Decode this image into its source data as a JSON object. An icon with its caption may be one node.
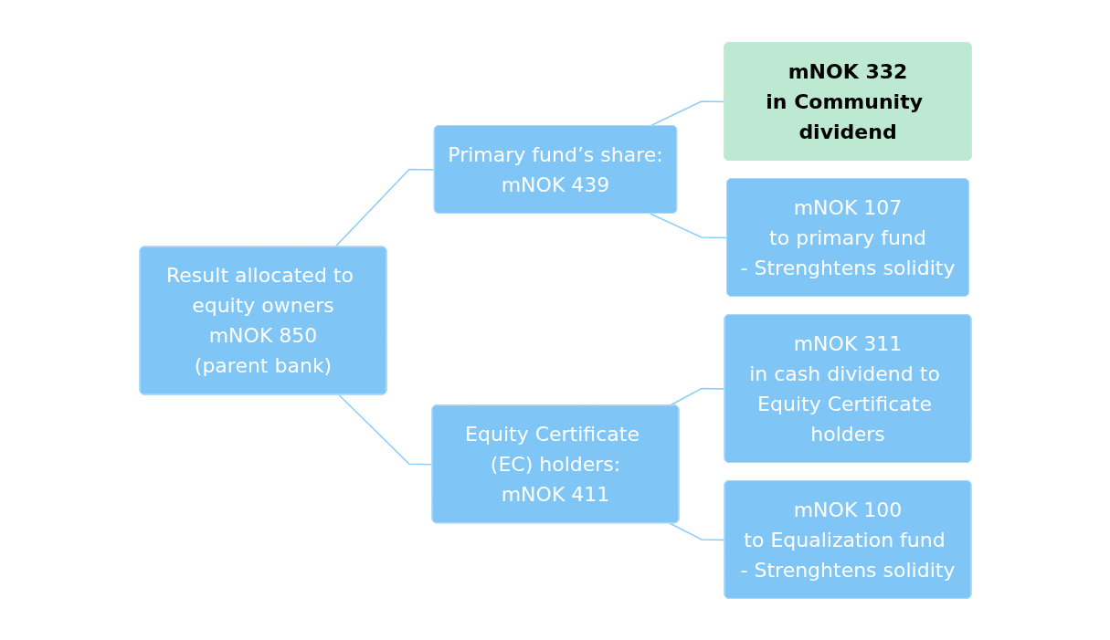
{
  "diagram": {
    "nodes": [
      {
        "text": [
          "Result allocated to equity owners",
          "mNOK 850",
          "(parent bank)"
        ]
      },
      {
        "text": [
          "Primary fund’s share:",
          "mNOK 439"
        ]
      },
      {
        "text": [
          "Equity Certificate (EC) holders:",
          "mNOK 411"
        ]
      },
      {
        "text": [
          "mNOK 332",
          "in Community dividend"
        ]
      },
      {
        "text": [
          "mNOK 107",
          "to primary fund",
          "- Strenghtens solidity"
        ]
      },
      {
        "text": [
          "mNOK 311",
          "in cash dividend to Equity Certificate holders"
        ]
      },
      {
        "text": [
          "mNOK 100",
          "to Equalization fund - Strenghtens solidity"
        ]
      }
    ],
    "edges": [
      {
        "from": 0,
        "to": 1,
        "arrow": "none"
      },
      {
        "from": 0,
        "to": 2,
        "arrow": "none"
      },
      {
        "from": 1,
        "to": 3,
        "arrow": "none"
      },
      {
        "from": 1,
        "to": 4,
        "arrow": "none"
      },
      {
        "from": 2,
        "to": 5,
        "arrow": "none"
      },
      {
        "from": 2,
        "to": 6,
        "arrow": "none"
      }
    ]
  }
}
